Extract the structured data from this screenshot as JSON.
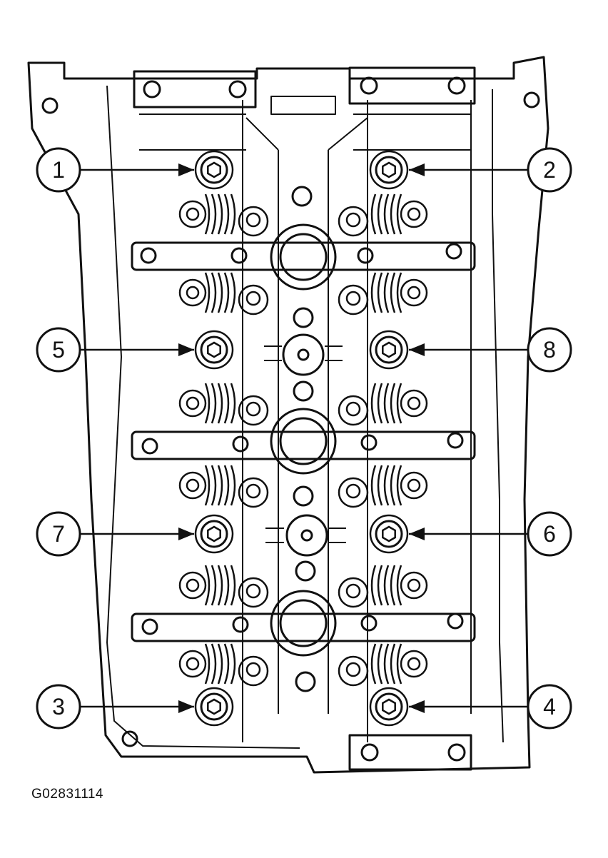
{
  "figure_code": "G02831114",
  "callouts": [
    {
      "label": "1",
      "side": "left",
      "row": 1
    },
    {
      "label": "2",
      "side": "right",
      "row": 1
    },
    {
      "label": "5",
      "side": "left",
      "row": 2
    },
    {
      "label": "8",
      "side": "right",
      "row": 2
    },
    {
      "label": "7",
      "side": "left",
      "row": 3
    },
    {
      "label": "6",
      "side": "right",
      "row": 3
    },
    {
      "label": "3",
      "side": "left",
      "row": 4
    },
    {
      "label": "4",
      "side": "right",
      "row": 4
    }
  ],
  "colors": {
    "line": "#111111",
    "background": "#ffffff"
  }
}
